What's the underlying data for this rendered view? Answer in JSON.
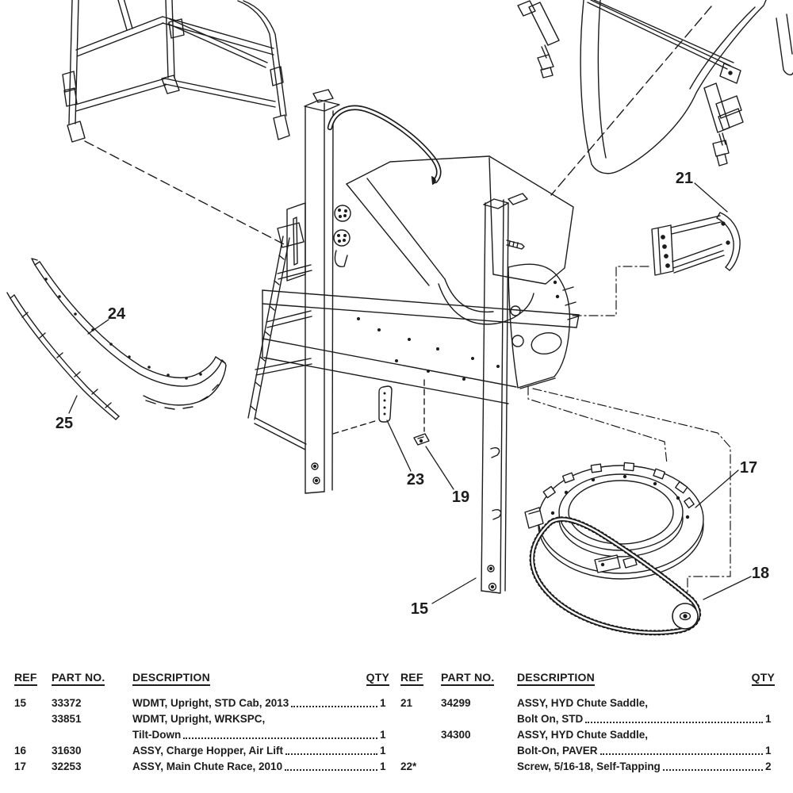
{
  "diagram": {
    "callouts": [
      {
        "id": "15",
        "label": "15"
      },
      {
        "id": "17",
        "label": "17"
      },
      {
        "id": "18",
        "label": "18"
      },
      {
        "id": "19",
        "label": "19"
      },
      {
        "id": "21",
        "label": "21"
      },
      {
        "id": "23",
        "label": "23"
      },
      {
        "id": "24",
        "label": "24"
      },
      {
        "id": "25",
        "label": "25"
      }
    ]
  },
  "parts_table": {
    "headers": {
      "ref": "REF",
      "part": "PART NO.",
      "desc": "DESCRIPTION",
      "qty": "QTY"
    },
    "left_rows": [
      {
        "ref": "15",
        "part": "33372",
        "desc": "WDMT, Upright, STD Cab, 2013",
        "qty": "1"
      },
      {
        "ref": "",
        "part": "33851",
        "desc": "WDMT, Upright, WRKSPC,",
        "qty": null
      },
      {
        "ref": "",
        "part": "",
        "desc": "Tilt-Down",
        "qty": "1"
      },
      {
        "ref": "16",
        "part": "31630",
        "desc": "ASSY, Charge Hopper, Air Lift",
        "qty": "1"
      },
      {
        "ref": "17",
        "part": "32253",
        "desc": "ASSY, Main Chute Race, 2010",
        "qty": "1"
      }
    ],
    "right_rows": [
      {
        "ref": "21",
        "part": "34299",
        "desc": "ASSY, HYD Chute Saddle,",
        "qty": null
      },
      {
        "ref": "",
        "part": "",
        "desc": "Bolt On, STD",
        "qty": "1"
      },
      {
        "ref": "",
        "part": "34300",
        "desc": "ASSY, HYD Chute Saddle,",
        "qty": null
      },
      {
        "ref": "",
        "part": "",
        "desc": "Bolt-On, PAVER",
        "qty": "1"
      },
      {
        "ref": "22*",
        "part": "",
        "desc": "Screw, 5/16-18, Self-Tapping",
        "qty": "2"
      }
    ]
  },
  "colors": {
    "ink": "#1c1c1c",
    "background": "#ffffff"
  }
}
